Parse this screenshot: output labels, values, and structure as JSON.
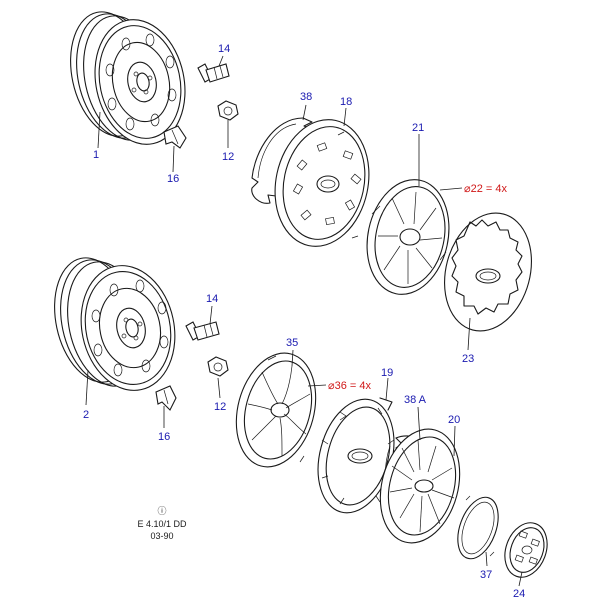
{
  "callouts": {
    "c1": "1",
    "c2": "2",
    "c14a": "14",
    "c12a": "12",
    "c16a": "16",
    "c14b": "14",
    "c12b": "12",
    "c16b": "16",
    "c38": "38",
    "c18": "18",
    "c21": "21",
    "c23": "23",
    "c35": "35",
    "c19": "19",
    "c38a": "38 A",
    "c20": "20",
    "c37": "37",
    "c24": "24"
  },
  "notes": {
    "n22": "⌀22 = 4x",
    "n36": "⌀36 = 4x"
  },
  "footer": {
    "symbol": "ⓘ",
    "code": "E 4.10/1 DD",
    "date": "03-90"
  }
}
